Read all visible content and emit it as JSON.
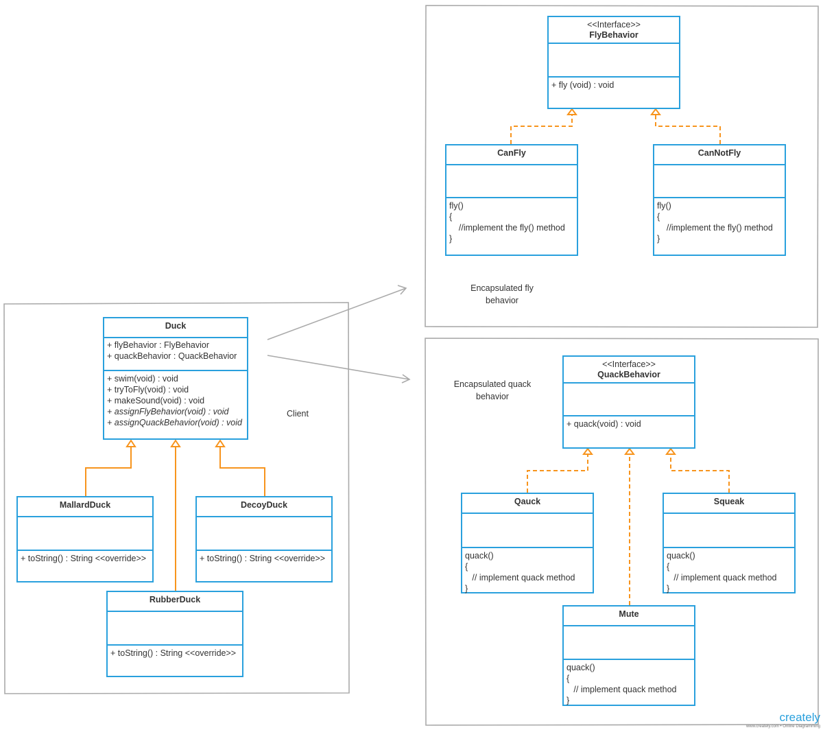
{
  "labels": {
    "fly_region": "Encapsulated fly\nbehavior",
    "client": "Client",
    "quack_region": "Encapsulated quack\nbehavior"
  },
  "classes": {
    "duck": {
      "stereotype": "",
      "name": "Duck",
      "attributes": [
        "+ flyBehavior : FlyBehavior",
        "+ quackBehavior : QuackBehavior"
      ],
      "operations": [
        "+ swim(void) : void",
        "+ tryToFly(void) : void",
        "+ makeSound(void) : void",
        "+ assignFlyBehavior(void) : void",
        "+ assignQuackBehavior(void) : void"
      ],
      "italic_operations": [
        3,
        4
      ]
    },
    "mallard": {
      "stereotype": "",
      "name": "MallardDuck",
      "attributes": [],
      "operations": [
        "+ toString() : String <<override>>"
      ]
    },
    "decoy": {
      "stereotype": "",
      "name": "DecoyDuck",
      "attributes": [],
      "operations": [
        "+ toString() : String <<override>>"
      ]
    },
    "rubber": {
      "stereotype": "",
      "name": "RubberDuck",
      "attributes": [],
      "operations": [
        "+ toString() : String <<override>>"
      ]
    },
    "flybehavior": {
      "stereotype": "<<Interface>>",
      "name": "FlyBehavior",
      "attributes": [],
      "operations": [
        "+ fly (void) : void"
      ]
    },
    "canfly": {
      "stereotype": "",
      "name": "CanFly",
      "attributes": [],
      "operations": [
        "fly()",
        "{",
        "    //implement the fly() method",
        "}"
      ]
    },
    "cannotfly": {
      "stereotype": "",
      "name": "CanNotFly",
      "attributes": [],
      "operations": [
        "fly()",
        "{",
        "    //implement the fly() method",
        "}"
      ]
    },
    "quackbehavior": {
      "stereotype": "<<Interface>>",
      "name": "QuackBehavior",
      "attributes": [],
      "operations": [
        "+ quack(void) : void"
      ]
    },
    "qauck": {
      "stereotype": "",
      "name": "Qauck",
      "attributes": [],
      "operations": [
        "quack()",
        "{",
        "   // implement quack method",
        "}"
      ]
    },
    "squeak": {
      "stereotype": "",
      "name": "Squeak",
      "attributes": [],
      "operations": [
        "quack()",
        "{",
        "   // implement quack method",
        "}"
      ]
    },
    "mute": {
      "stereotype": "",
      "name": "Mute",
      "attributes": [],
      "operations": [
        "quack()",
        "{",
        "   // implement quack method",
        "}"
      ]
    }
  },
  "colors": {
    "class_border": "#29a0dd",
    "realization": "#f7941d",
    "frame": "#999999",
    "arrow": "#999999"
  },
  "watermark": {
    "brand": "creately",
    "tagline": "www.creately.com • Online Diagramming"
  }
}
